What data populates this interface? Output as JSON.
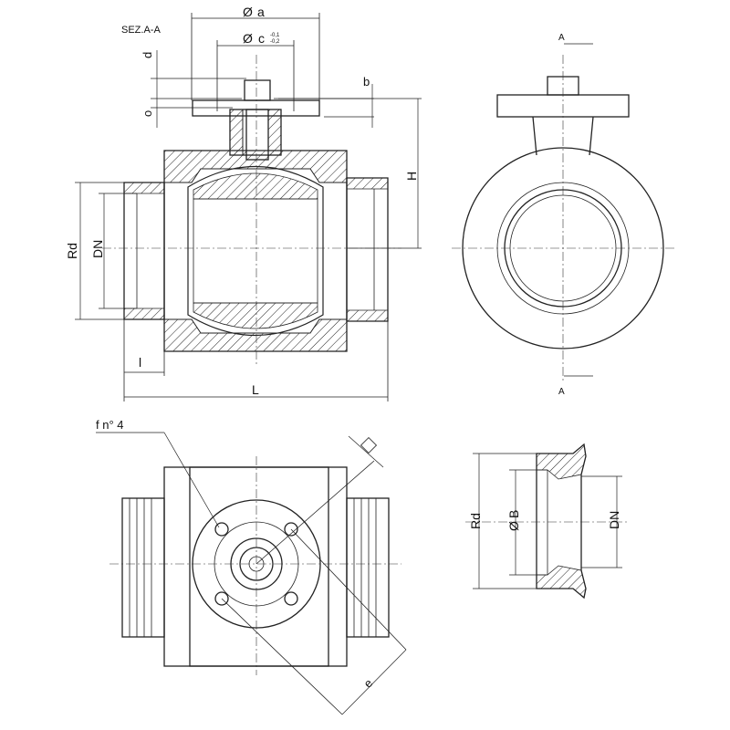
{
  "section_title": "SEZ.A-A",
  "dims": {
    "a": "a",
    "c": "c",
    "c_tol_upper": "-0,1",
    "c_tol_lower": "-0,2",
    "diameter_symbol": "Ø",
    "d": "d",
    "o": "o",
    "b": "b",
    "H": "H",
    "Rd": "Rd",
    "DN": "DN",
    "l": "l",
    "L": "L",
    "f_n4": "f  n°  4",
    "e": "e",
    "B": "B",
    "Rd2": "Rd",
    "DN2": "DN"
  },
  "section_marks": {
    "top": "A",
    "bottom": "A"
  },
  "colors": {
    "line": "#222222",
    "background": "#ffffff"
  }
}
